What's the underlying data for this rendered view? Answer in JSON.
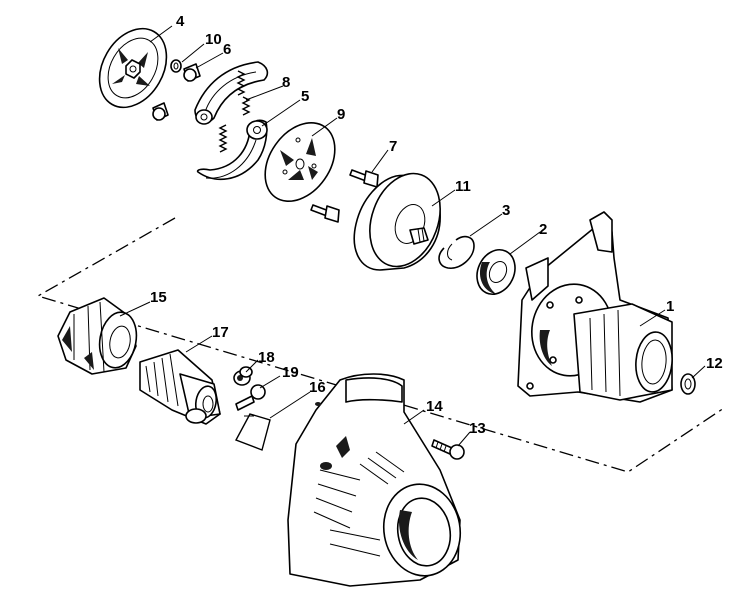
{
  "callouts": [
    {
      "id": "c4",
      "label": "4"
    },
    {
      "id": "c10",
      "label": "10"
    },
    {
      "id": "c6",
      "label": "6"
    },
    {
      "id": "c8",
      "label": "8"
    },
    {
      "id": "c5",
      "label": "5"
    },
    {
      "id": "c9",
      "label": "9"
    },
    {
      "id": "c7",
      "label": "7"
    },
    {
      "id": "c11",
      "label": "11"
    },
    {
      "id": "c3",
      "label": "3"
    },
    {
      "id": "c2",
      "label": "2"
    },
    {
      "id": "c1",
      "label": "1"
    },
    {
      "id": "c12",
      "label": "12"
    },
    {
      "id": "c15",
      "label": "15"
    },
    {
      "id": "c17",
      "label": "17"
    },
    {
      "id": "c18",
      "label": "18"
    },
    {
      "id": "c19",
      "label": "19"
    },
    {
      "id": "c16",
      "label": "16"
    },
    {
      "id": "c14",
      "label": "14"
    },
    {
      "id": "c13",
      "label": "13"
    }
  ]
}
